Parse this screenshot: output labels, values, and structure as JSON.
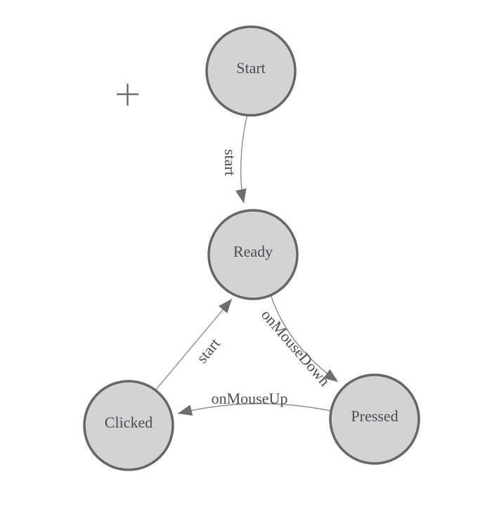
{
  "diagram": {
    "type": "state-machine",
    "nodes": [
      {
        "id": "start",
        "label": "Start"
      },
      {
        "id": "ready",
        "label": "Ready"
      },
      {
        "id": "clicked",
        "label": "Clicked"
      },
      {
        "id": "pressed",
        "label": "Pressed"
      }
    ],
    "edges": [
      {
        "from": "Start",
        "to": "Ready",
        "label": "start"
      },
      {
        "from": "Ready",
        "to": "Pressed",
        "label": "onMouseDown"
      },
      {
        "from": "Pressed",
        "to": "Clicked",
        "label": "onMouseUp"
      },
      {
        "from": "Clicked",
        "to": "Ready",
        "label": "start"
      }
    ],
    "cursor": {
      "type": "plus-crosshair"
    }
  },
  "colors": {
    "background": "#ffffff",
    "node_fill": "#d3d3d3",
    "node_stroke": "#666666",
    "edge_stroke": "#858585",
    "arrow_fill": "#6e6e6e",
    "label_color": "#4c4c54",
    "cursor_color": "#6e6e6e"
  }
}
